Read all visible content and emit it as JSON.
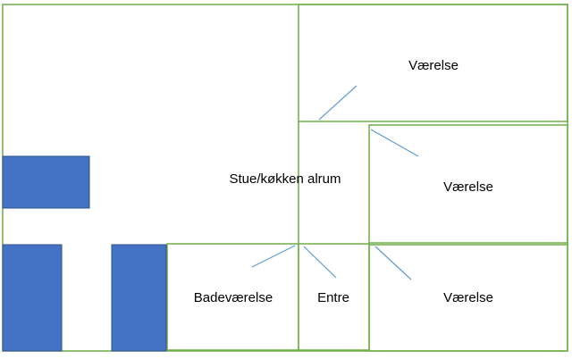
{
  "rooms": {
    "bedroom_top": "Værelse",
    "bedroom_middle": "Værelse",
    "bedroom_bottom": "Værelse",
    "living_kitchen": "Stue/køkken alrum",
    "bathroom": "Badeværelse",
    "entrance": "Entre"
  },
  "colors": {
    "walls": "#70ad47",
    "door_swings": "#5b9bd5",
    "fixtures": "#4472c4"
  }
}
